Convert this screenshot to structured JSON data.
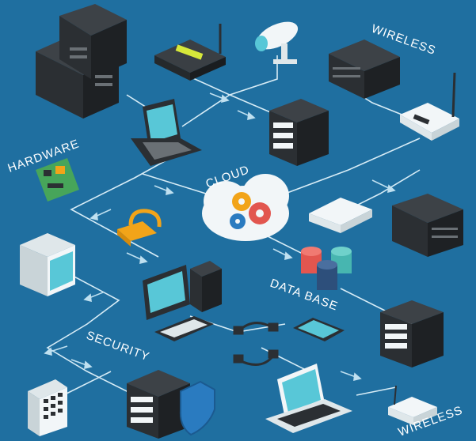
{
  "labels": {
    "wireless_top": "WIRELESS",
    "hardware": "HARDWARE",
    "cloud": "CLOUD",
    "database": "DATA BASE",
    "security": "SECURITY",
    "wireless_bottom": "WIRELESS"
  },
  "colors": {
    "background": "#1f6fa0",
    "line": "#d7ecf6",
    "arrow": "#bfe0f0",
    "dark": "#2b2f33",
    "screen": "#58c7d7",
    "white": "#f2f6f8",
    "gold": "#f2a419",
    "shield": "#2a7bc0",
    "db_red": "#e2564f",
    "db_teal": "#47b6b0",
    "db_navy": "#2d4f7b"
  }
}
